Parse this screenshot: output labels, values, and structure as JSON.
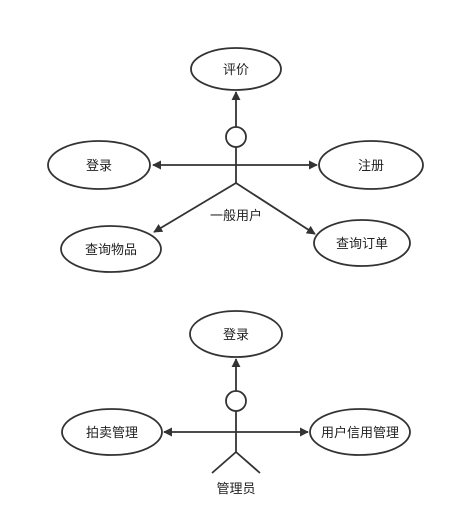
{
  "diagram": {
    "colors": {
      "stroke": "#333333",
      "fill": "#ffffff",
      "text": "#222222"
    },
    "top": {
      "actor_label": "一般用户",
      "cases": {
        "evaluate": "评价",
        "login": "登录",
        "register": "注册",
        "search_items": "查询物品",
        "search_orders": "查询订单"
      }
    },
    "bottom": {
      "actor_label": "管理员",
      "cases": {
        "login": "登录",
        "auction_manage": "拍卖管理",
        "credit_manage": "用户信用管理"
      }
    }
  }
}
